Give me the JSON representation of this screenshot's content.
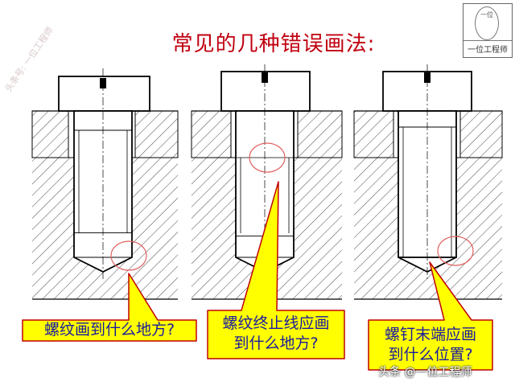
{
  "title": "常见的几种错误画法:",
  "logo": {
    "text": "一位工程师",
    "circle_text": "一位"
  },
  "side_watermark": "头条号: 一位工程师",
  "callouts": [
    {
      "text": "螺纹画到什么地方?"
    },
    {
      "text": "螺纹终止线应画到什么地方?",
      "line1": "螺纹终止线应画",
      "line2": "到什么地方?"
    },
    {
      "text": "螺钉末端应画到什么位置?",
      "line1": "螺钉末端应画",
      "line2": "到什么位置?"
    }
  ],
  "footer_watermark": "头条 @一位工程师",
  "colors": {
    "title": "#c0000f",
    "callout_fill": "#ffff00",
    "callout_border": "#c00000",
    "callout_text": "#1a1aa0",
    "highlight_circle": "#e06060"
  }
}
